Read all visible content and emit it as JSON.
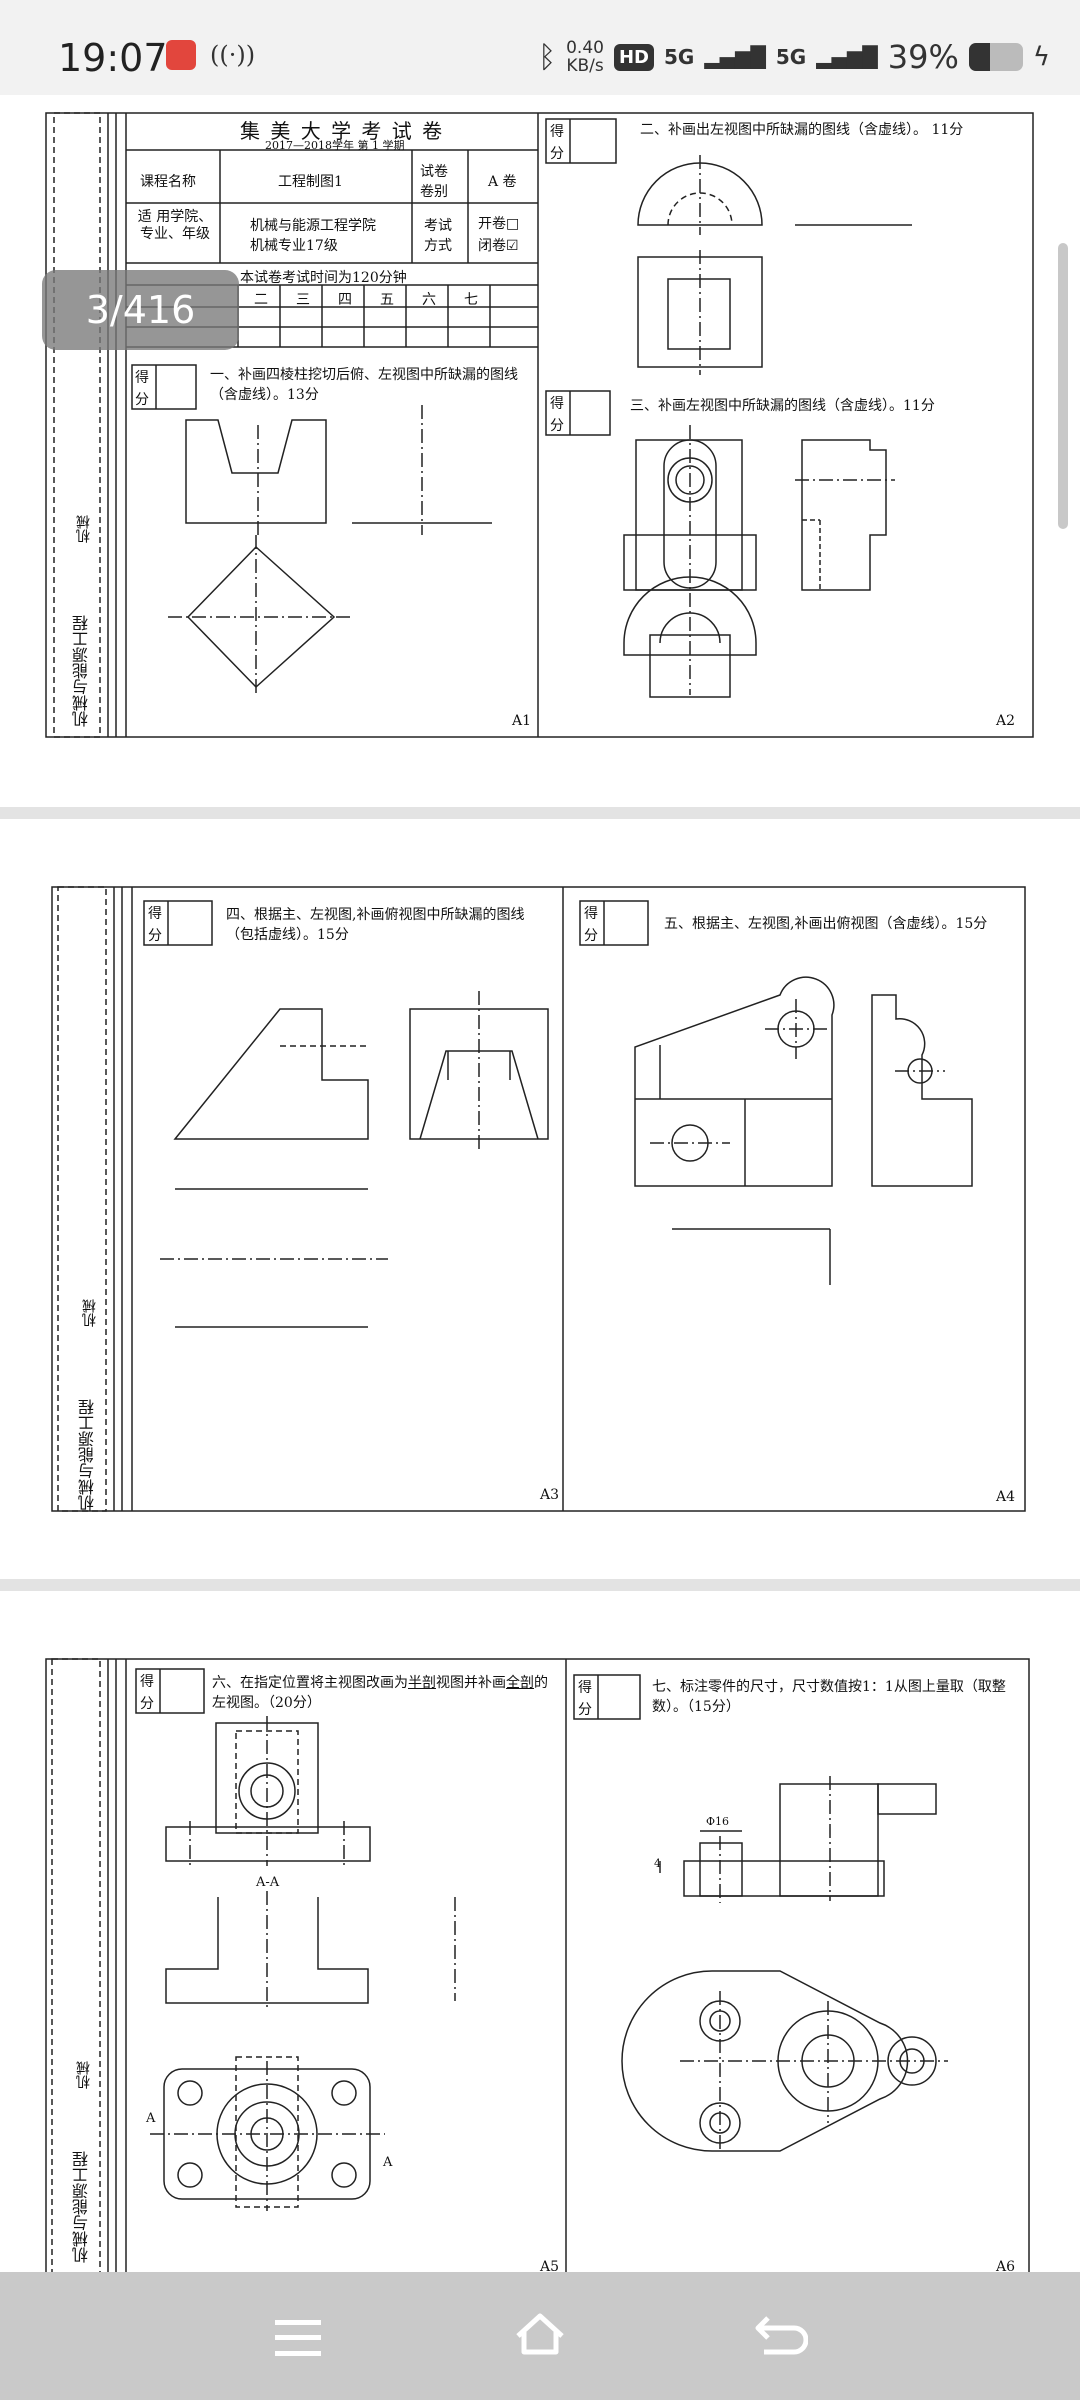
{
  "status": {
    "time": "19:07",
    "speed_top": "0.40",
    "speed_unit": "KB/s",
    "hd": "HD",
    "net1": "5G",
    "net2": "5G",
    "battery": "39%"
  },
  "viewer": {
    "page_counter": "3/416"
  },
  "header": {
    "university": "集 美 大 学 考 试 卷",
    "year": "2017—2018学年 第 1 学期",
    "course_label": "课程名称",
    "course": "工程制图1",
    "paper_label": "试卷卷别",
    "paper": "A 卷",
    "apply_label": "适 用学院、专业、年级",
    "apply1": "机械与能源工程学院",
    "apply2": "机械专业17级",
    "method_label": "考试方式",
    "open": "开卷□",
    "closed": "闭卷☑",
    "time_note": "本试卷考试时间为120分钟",
    "cols": [
      "二",
      "三",
      "四",
      "五",
      "六",
      "七"
    ]
  },
  "side": {
    "major": "机械与能源工程",
    "dept": "机械"
  },
  "score_box": {
    "a": "得",
    "b": "分"
  },
  "q": {
    "q1": "一、补画四棱柱挖切后俯、左视图中所缺漏的图线（含虚线）。13分",
    "q2": "二、补画出左视图中所缺漏的图线（含虚线）。 11分",
    "q3": "三、补画左视图中所缺漏的图线（含虚线）。11分",
    "q4": "四、根据主、左视图,补画俯视图中所缺漏的图线（包括虚线）。15分",
    "q5": "五、根据主、左视图,补画出俯视图（含虚线）。15分",
    "q6a": "六、在指定位置将主视图改画为",
    "q6b": "半剖",
    "q6c": "视图并补画",
    "q6d": "全剖",
    "q6e": "的左视图。（20分）",
    "q7": "七、标注零件的尺寸，尺寸数值按1：1从图上量取（取整数）。（15分）"
  },
  "pages": {
    "a1": "A1",
    "a2": "A2",
    "a3": "A3",
    "a4": "A4",
    "a5": "A5",
    "a6": "A6"
  },
  "labels": {
    "aa": "A-A",
    "a": "A",
    "dia": "Φ16",
    "dim": "4"
  }
}
